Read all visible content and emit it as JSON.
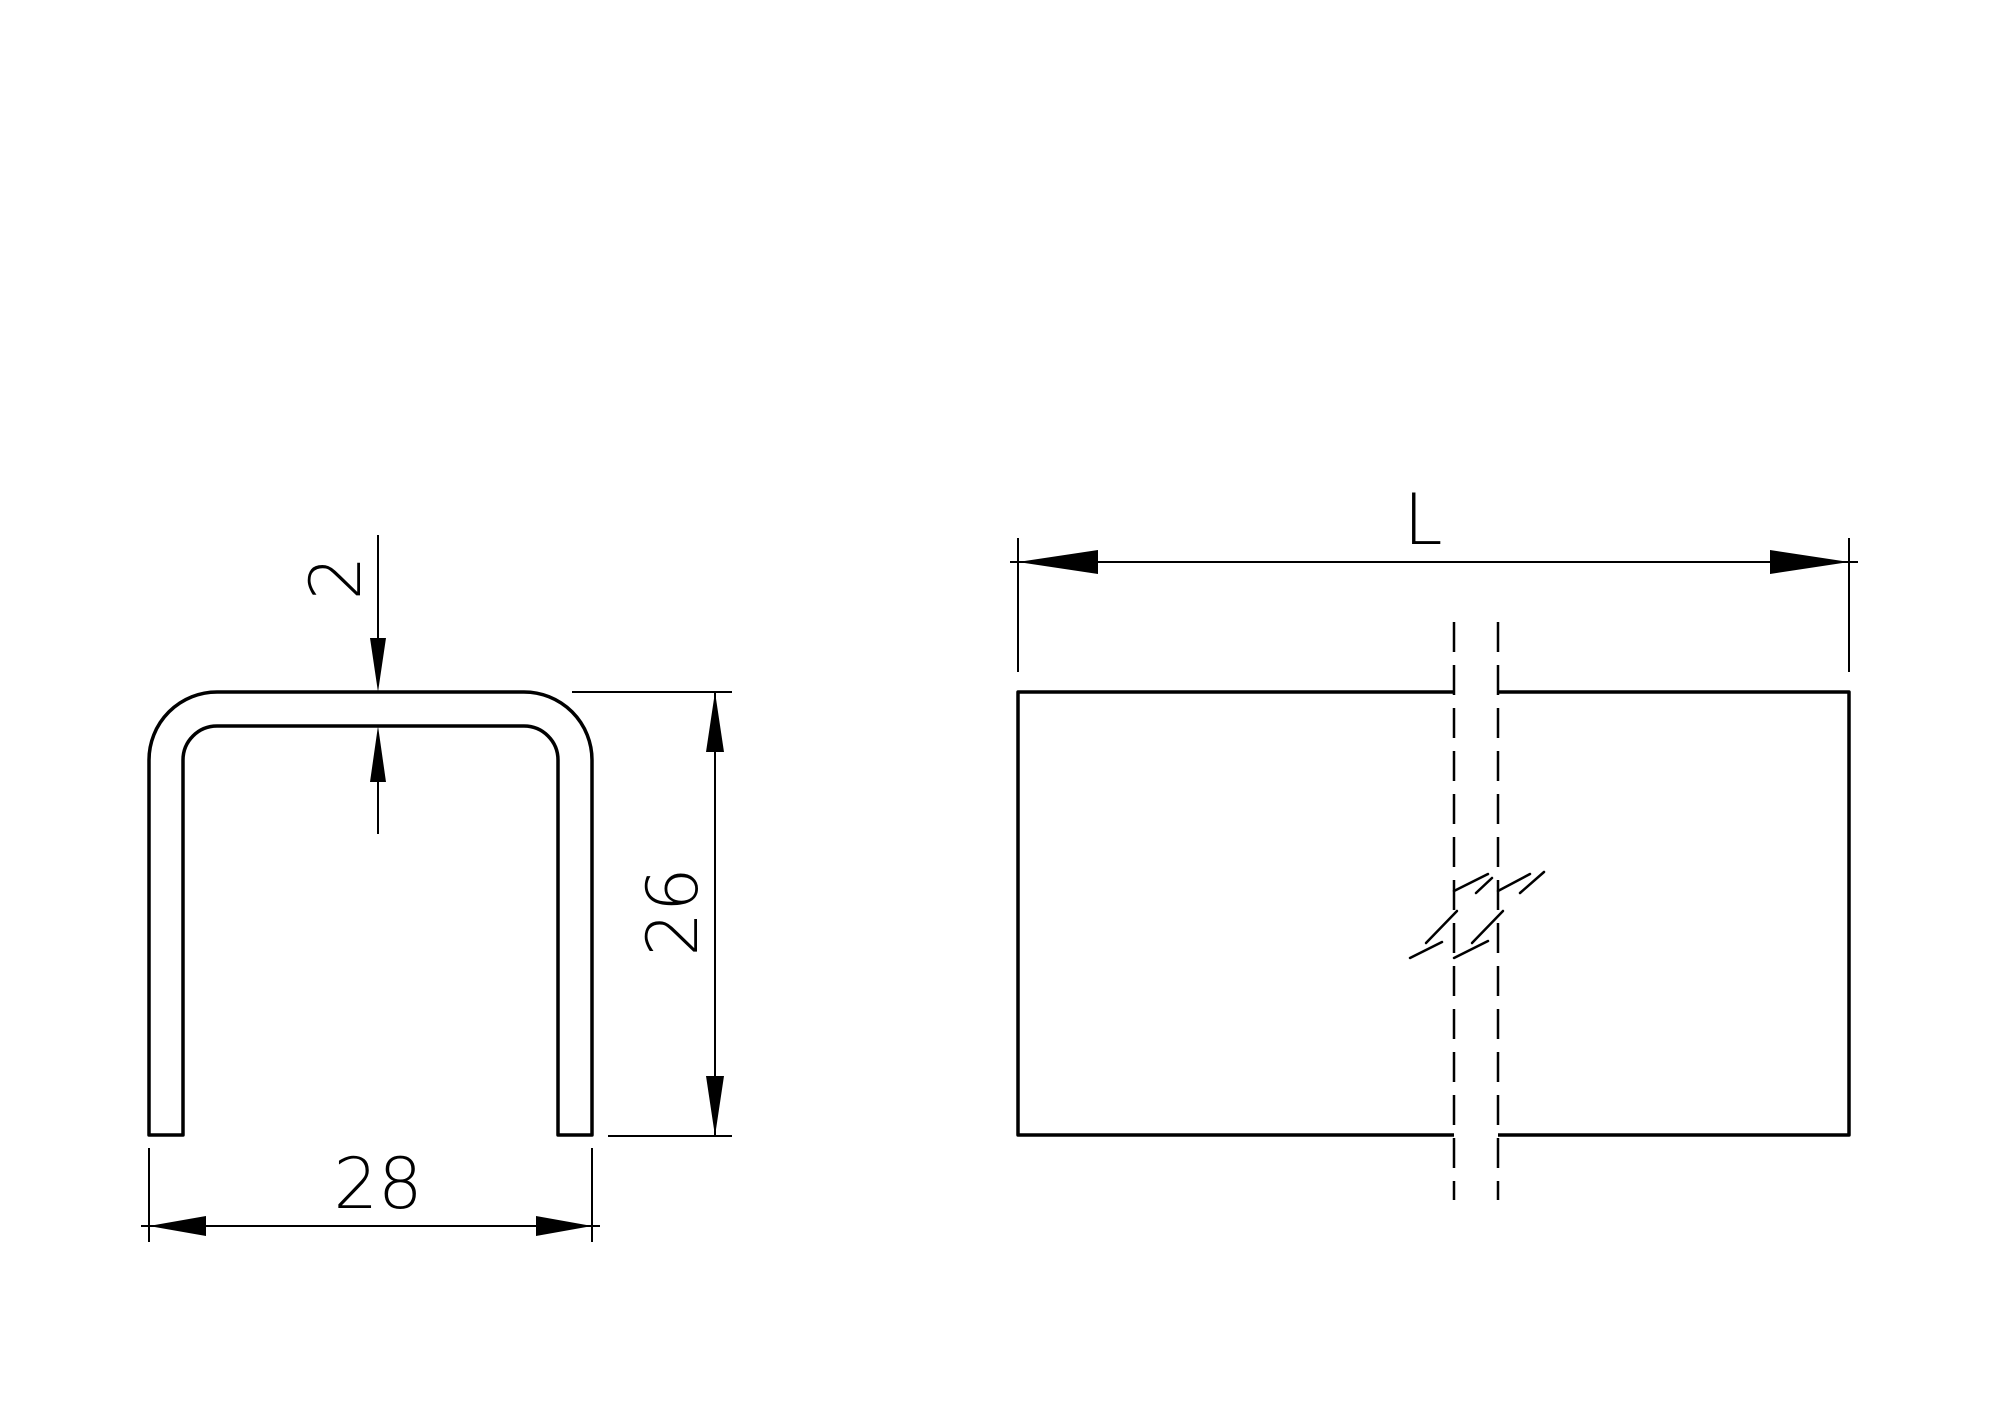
{
  "profile_view": {
    "thickness_label": "2",
    "height_label": "26",
    "width_label": "28"
  },
  "side_view": {
    "length_label": "L"
  },
  "colors": {
    "line": "#000000",
    "background": "#ffffff"
  }
}
